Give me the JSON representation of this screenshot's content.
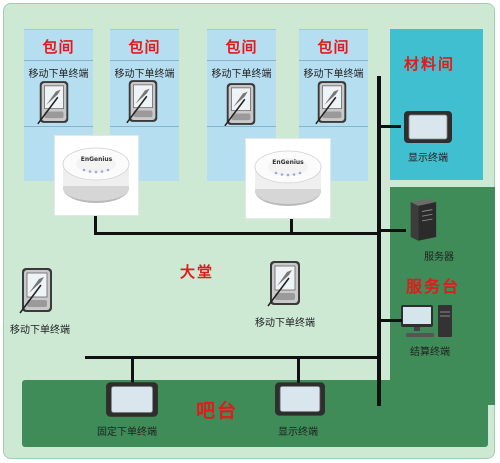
{
  "private_rooms": [
    {
      "title": "包间",
      "device_label": "移动下单终端"
    },
    {
      "title": "包间",
      "device_label": "移动下单终端"
    },
    {
      "title": "包间",
      "device_label": "移动下单终端"
    },
    {
      "title": "包间",
      "device_label": "移动下单终端"
    }
  ],
  "access_points": [
    {
      "brand": "EnGenius"
    },
    {
      "brand": "EnGenius"
    }
  ],
  "material_room": {
    "title": "材料间",
    "device_label": "显示终端"
  },
  "hall": {
    "title": "大堂",
    "devices": [
      {
        "label": "移动下单终端"
      },
      {
        "label": "移动下单终端"
      }
    ]
  },
  "service_desk": {
    "title": "服务台",
    "server_label": "服务器",
    "checkout_label": "结算终端"
  },
  "bar": {
    "title": "吧台",
    "devices": [
      {
        "label": "固定下单终端"
      },
      {
        "label": "显示终端"
      }
    ]
  },
  "colors": {
    "hall_bg": "#cde9d4",
    "room_bg": "#b5def0",
    "material_room_bg": "#3fbfcf",
    "zone_green": "#3f8c58",
    "title_red": "#e11b1b",
    "wire": "#111111"
  }
}
